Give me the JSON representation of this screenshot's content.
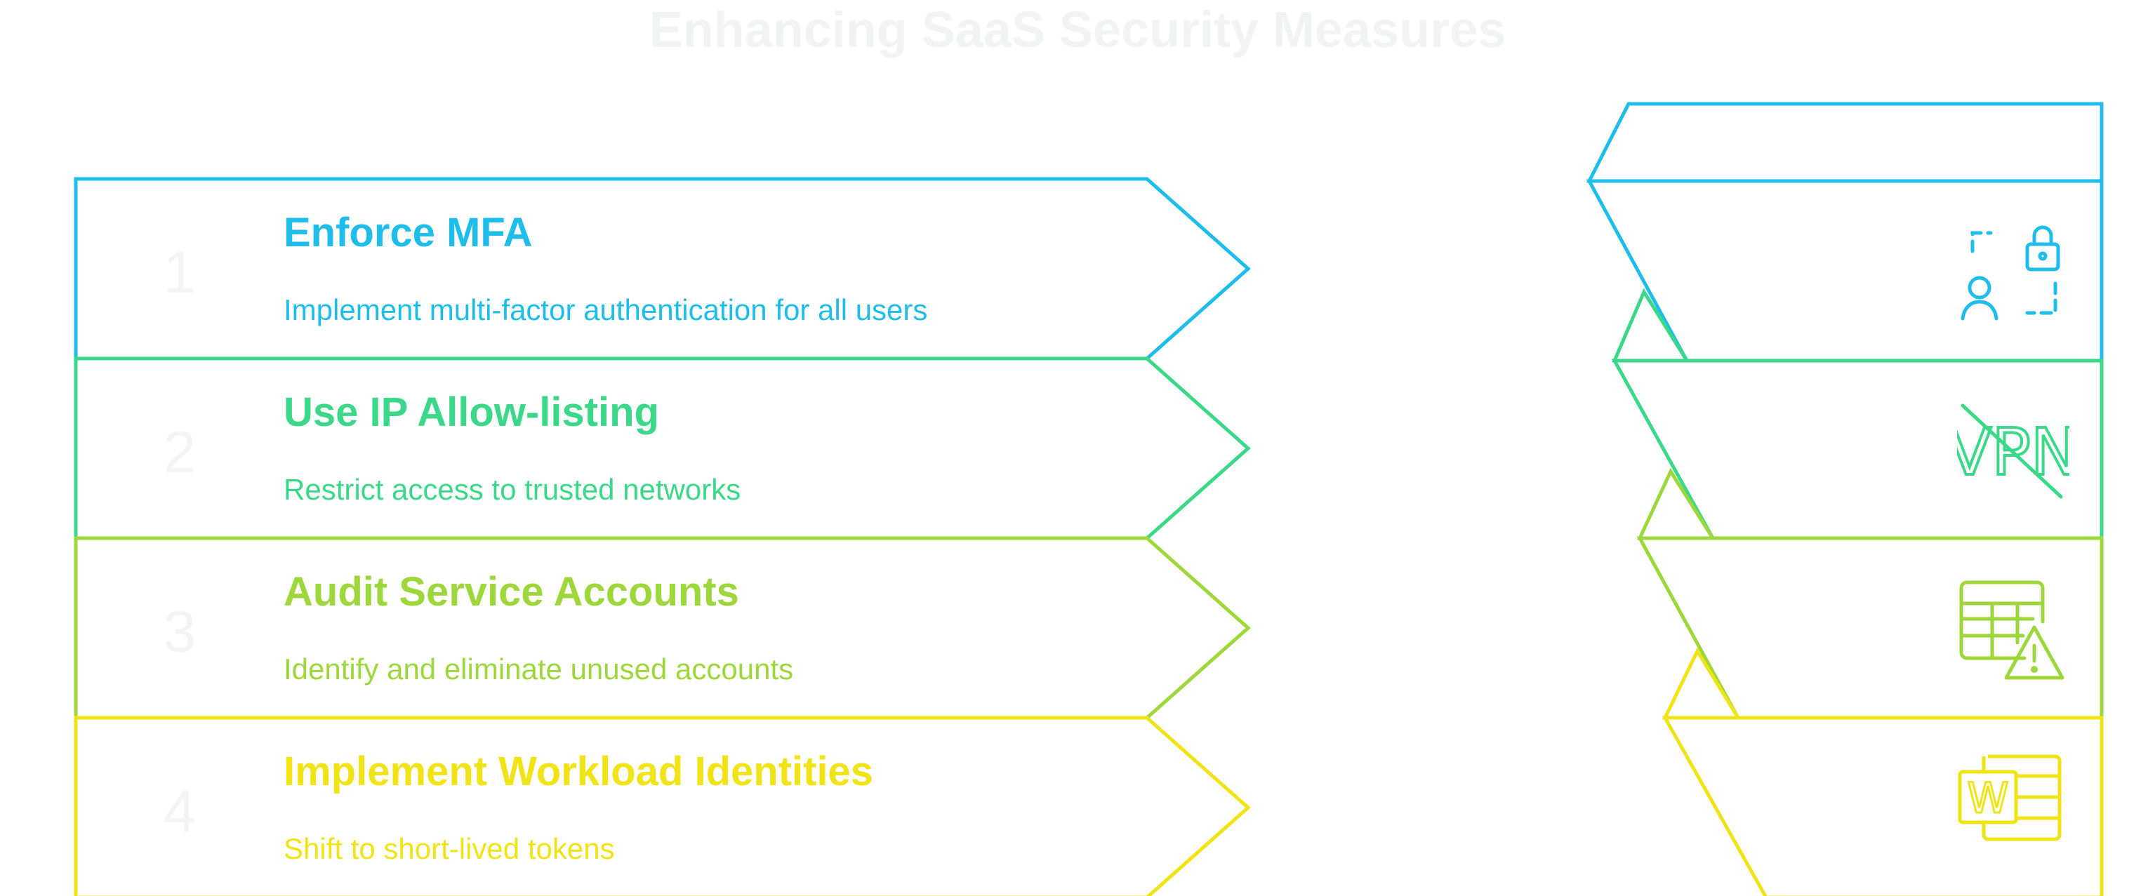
{
  "title": "Enhancing SaaS Security Measures",
  "colors": {
    "step1": "#1fbde9",
    "step2": "#3cd889",
    "step3": "#9dd73b",
    "step4": "#f0e417"
  },
  "steps": [
    {
      "number": "1",
      "heading": "Enforce MFA",
      "description": "Implement multi-factor authentication for all users",
      "icon": "user-lock-icon"
    },
    {
      "number": "2",
      "heading": "Use IP Allow-listing",
      "description": "Restrict access to trusted networks",
      "icon": "vpn-off-icon"
    },
    {
      "number": "3",
      "heading": "Audit Service Accounts",
      "description": "Identify and eliminate unused accounts",
      "icon": "table-warning-icon"
    },
    {
      "number": "4",
      "heading": "Implement Workload Identities",
      "description": "Shift to short-lived tokens",
      "icon": "word-document-icon"
    }
  ],
  "icons": {
    "vpn_text": "VPN",
    "word_letter": "W"
  }
}
